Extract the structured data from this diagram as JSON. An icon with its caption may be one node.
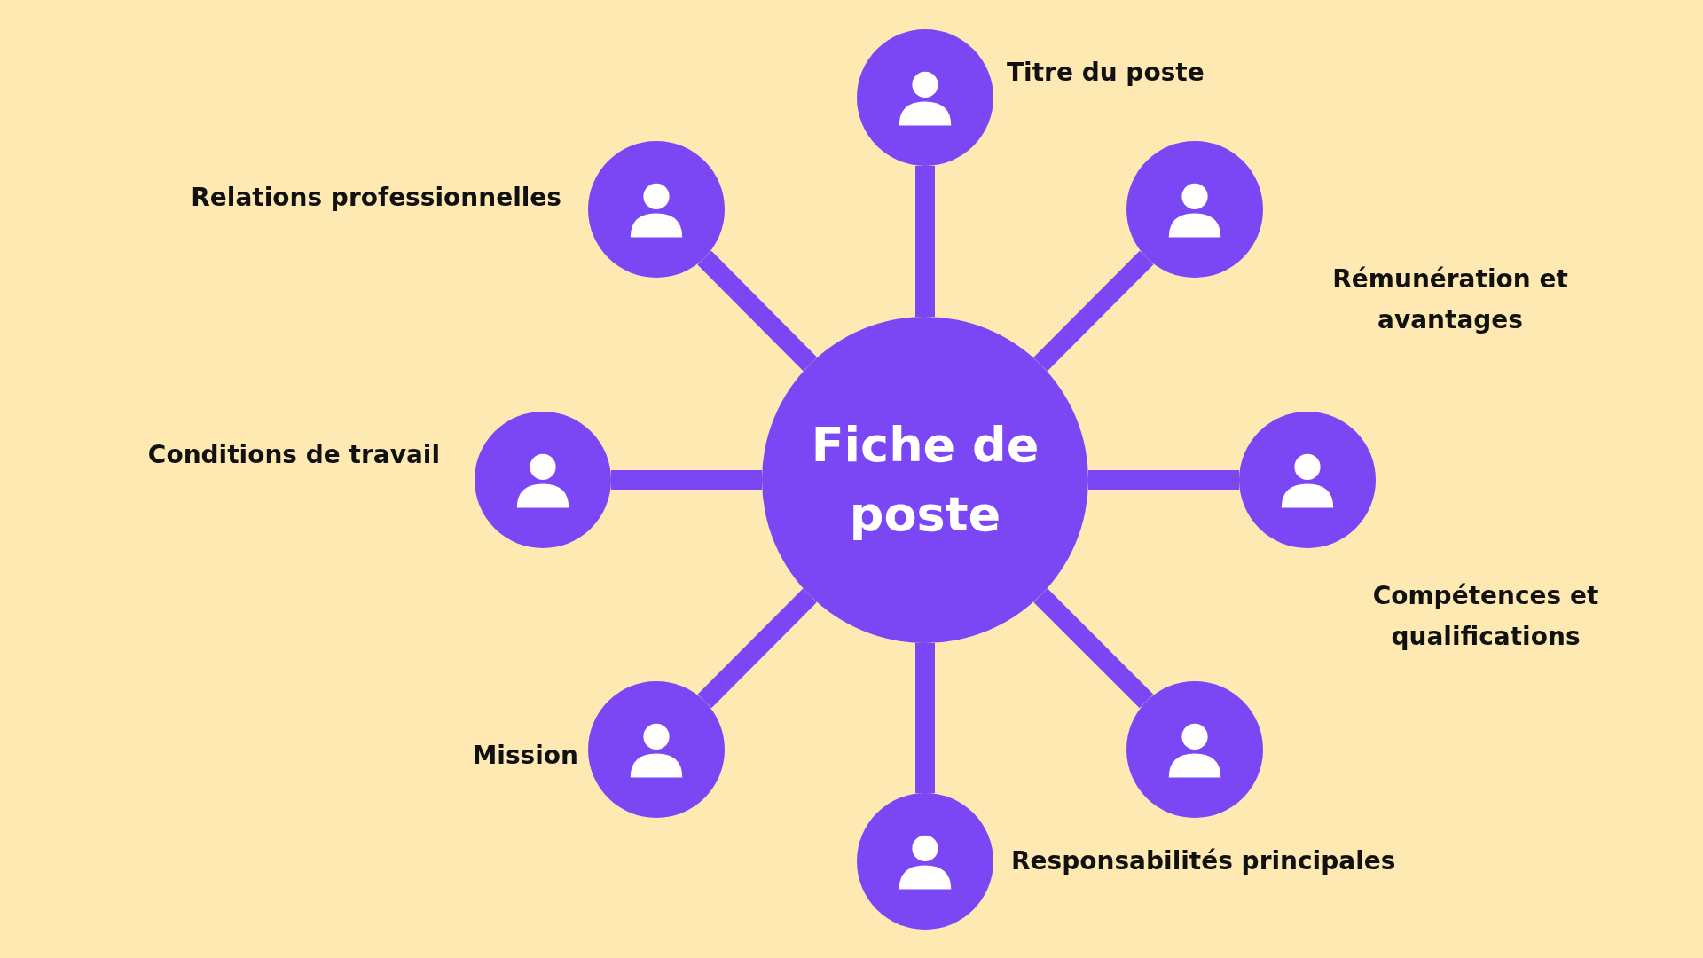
{
  "diagram": {
    "nodes": [
      {
        "text": [
          "Fiche de poste"
        ]
      },
      {
        "text": [
          "Titre du poste"
        ]
      },
      {
        "text": [
          "Rémunération et avantages"
        ]
      },
      {
        "text": [
          "Compétences et qualifications"
        ]
      },
      {
        "text": [],
        "shape": "circle"
      },
      {
        "text": [
          "Responsabilités principales"
        ]
      },
      {
        "text": [
          "Mission"
        ]
      },
      {
        "text": [
          "Conditions de travail"
        ]
      },
      {
        "text": [
          "Relations professionnelles"
        ]
      }
    ],
    "edges": [
      {
        "from": 0,
        "to": 1,
        "arrow": "none"
      },
      {
        "from": 0,
        "to": 2,
        "arrow": "none"
      },
      {
        "from": 0,
        "to": 3,
        "arrow": "none"
      },
      {
        "from": 0,
        "to": 4,
        "arrow": "none"
      },
      {
        "from": 0,
        "to": 5,
        "arrow": "none"
      },
      {
        "from": 0,
        "to": 6,
        "arrow": "none"
      },
      {
        "from": 0,
        "to": 7,
        "arrow": "none"
      },
      {
        "from": 0,
        "to": 8,
        "arrow": "none"
      }
    ]
  }
}
